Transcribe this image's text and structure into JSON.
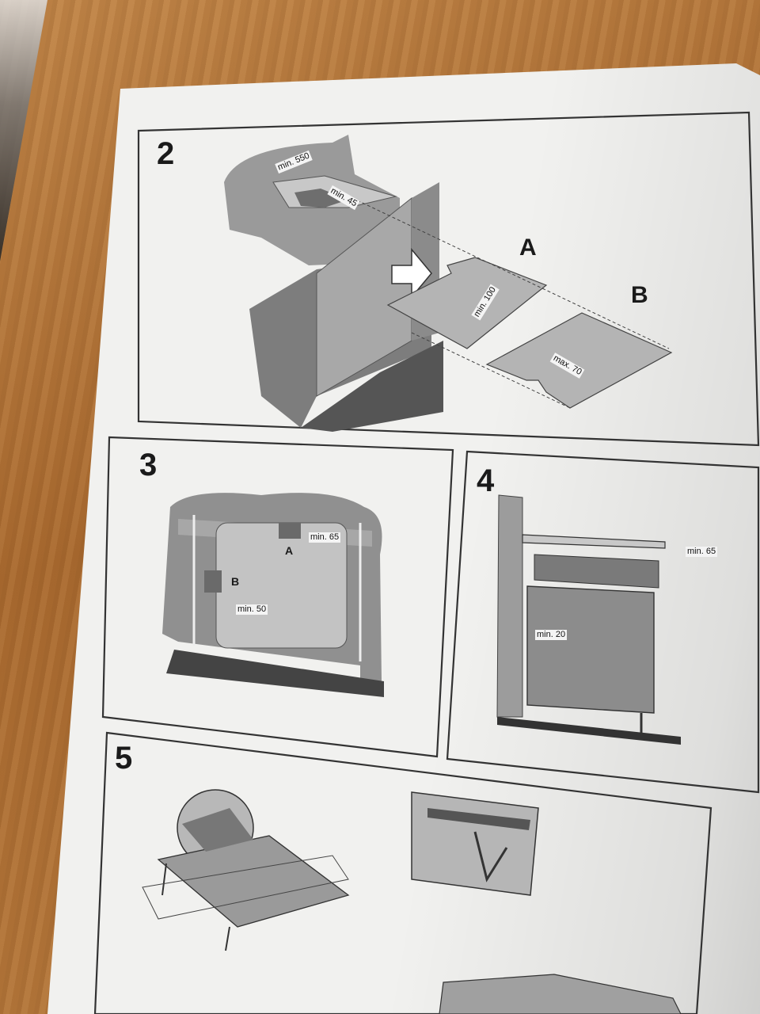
{
  "panels": {
    "p2": {
      "number": "2",
      "letter_a": "A",
      "letter_b": "B",
      "dims": [
        "min. 550",
        "min. 45",
        "min. 100",
        "max. 70"
      ]
    },
    "p3": {
      "number": "3",
      "letter_a": "A",
      "letter_b": "B",
      "dims": [
        "min. 65",
        "min. 50"
      ]
    },
    "p4": {
      "number": "4",
      "dims": [
        "min. 65",
        "min. 20"
      ]
    },
    "p5": {
      "number": "5"
    }
  },
  "colors": {
    "paper": "#f1f1ef",
    "diagram_gray": "#8d8d8d",
    "wood": "#b47a3e"
  }
}
